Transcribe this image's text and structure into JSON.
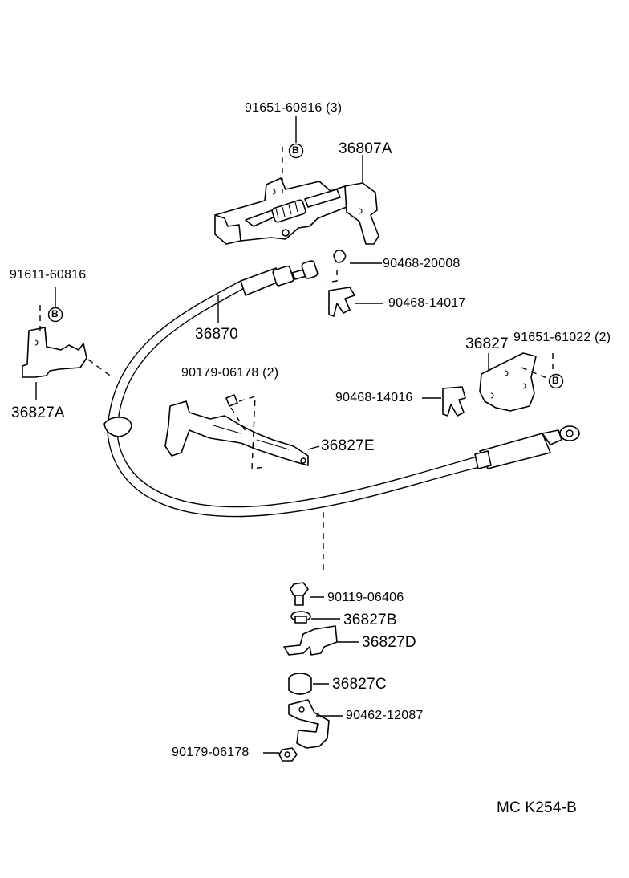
{
  "diagram": {
    "labels": {
      "bolt_top": "91651-60816 (3)",
      "lever_assy": "36807A",
      "clip_a": "90468-20008",
      "clip_b": "90468-14017",
      "bolt_left": "91611-60816",
      "cable": "36870",
      "bracket_a": "36827A",
      "nut_mid": "90179-06178 (2)",
      "bracket_e": "36827E",
      "bracket_right": "36827",
      "bolt_right": "91651-61022 (2)",
      "clip_c": "90468-14016",
      "bolt_lower": "90119-06406",
      "collar_b": "36827B",
      "bracket_d": "36827D",
      "grommet_c": "36827C",
      "clamp": "90462-12087",
      "nut_lower": "90179-06178",
      "ref_code": "MC K254-B"
    },
    "callout_symbol": "B"
  }
}
